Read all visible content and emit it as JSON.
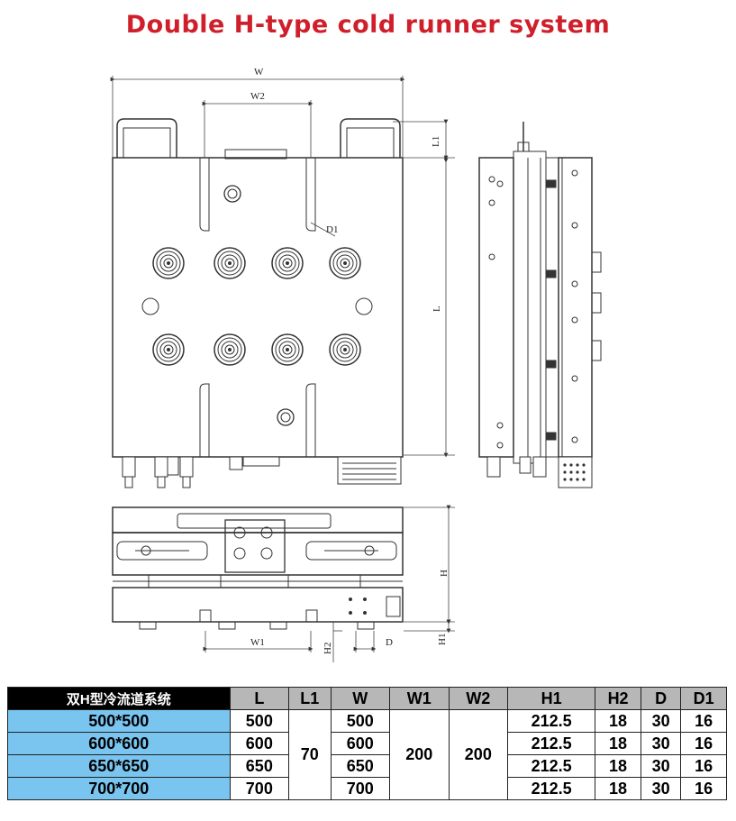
{
  "title": "Double H-type cold runner system",
  "dimensions": {
    "W": "W",
    "W2": "W2",
    "L1": "L1",
    "D1": "D1",
    "L": "L",
    "H": "H",
    "W1": "W1",
    "H2": "H2",
    "D": "D",
    "H1": "H1"
  },
  "table": {
    "corner": "双H型冷流道系统",
    "headers": [
      "L",
      "L1",
      "W",
      "W1",
      "W2",
      "H1",
      "H2",
      "D",
      "D1"
    ],
    "rows": [
      {
        "model": "500*500",
        "L": "500",
        "W": "500",
        "H1": "212.5",
        "H2": "18",
        "D": "30",
        "D1": "16"
      },
      {
        "model": "600*600",
        "L": "600",
        "W": "600",
        "H1": "212.5",
        "H2": "18",
        "D": "30",
        "D1": "16"
      },
      {
        "model": "650*650",
        "L": "650",
        "W": "650",
        "H1": "212.5",
        "H2": "18",
        "D": "30",
        "D1": "16"
      },
      {
        "model": "700*700",
        "L": "700",
        "W": "700",
        "H1": "212.5",
        "H2": "18",
        "D": "30",
        "D1": "16"
      }
    ],
    "merged": {
      "L1": "70",
      "W1": "200",
      "W2": "200"
    }
  }
}
